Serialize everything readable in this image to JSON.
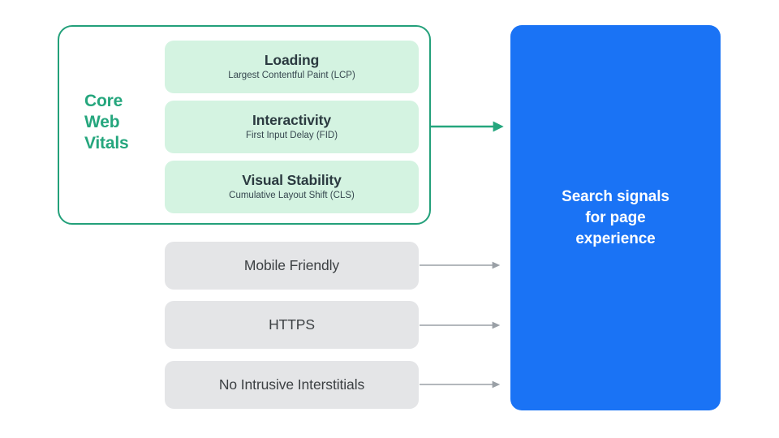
{
  "diagram": {
    "title_group": {
      "label_lines": [
        "Core",
        "Web",
        "Vitals"
      ],
      "accent_color": "#25a67d",
      "border_color": "#23a07a"
    },
    "core_web_vitals": [
      {
        "title": "Loading",
        "subtitle": "Largest Contentful Paint (LCP)",
        "fill_color": "#d4f3e1"
      },
      {
        "title": "Interactivity",
        "subtitle": "First Input Delay (FID)",
        "fill_color": "#d4f3e1"
      },
      {
        "title": "Visual Stability",
        "subtitle": "Cumulative Layout Shift (CLS)",
        "fill_color": "#d4f3e1"
      }
    ],
    "other_signals": [
      {
        "label": "Mobile Friendly",
        "fill_color": "#e4e5e7"
      },
      {
        "label": "HTTPS",
        "fill_color": "#e4e5e7"
      },
      {
        "label": "No Intrusive Interstitials",
        "fill_color": "#e4e5e7"
      }
    ],
    "outcome": {
      "text": "Search signals\nfor page\nexperience",
      "fill_color": "#1a73f5",
      "text_color": "#ffffff"
    },
    "connectors": {
      "core_web_vitals_arrow_color": "#25a67d",
      "signal_arrow_color": "#9aa0a6"
    }
  }
}
